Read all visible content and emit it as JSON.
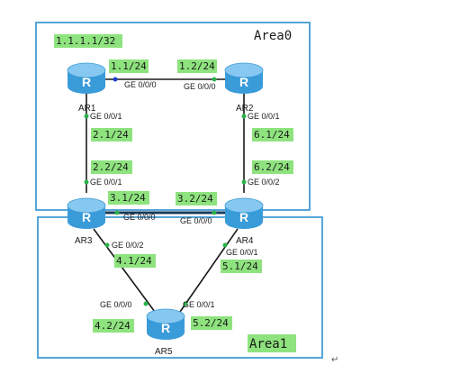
{
  "areas": [
    {
      "id": "area0",
      "label": "Area0"
    },
    {
      "id": "area1",
      "label": "Area1"
    }
  ],
  "routers": [
    {
      "id": "ar1",
      "name": "AR1",
      "letter": "R"
    },
    {
      "id": "ar2",
      "name": "AR2",
      "letter": "R"
    },
    {
      "id": "ar3",
      "name": "AR3",
      "letter": "R"
    },
    {
      "id": "ar4",
      "name": "AR4",
      "letter": "R"
    },
    {
      "id": "ar5",
      "name": "AR5",
      "letter": "R"
    }
  ],
  "ports": {
    "ar1_right": "GE 0/0/0",
    "ar1_down": "GE 0/0/1",
    "ar2_left": "GE 0/0/0",
    "ar2_down": "GE 0/0/1",
    "ar3_up": "GE 0/0/1",
    "ar3_right": "GE 0/0/0",
    "ar3_down": "GE 0/0/2",
    "ar4_up": "GE 0/0/2",
    "ar4_left": "GE 0/0/0",
    "ar4_down": "GE 0/0/1",
    "ar5_left": "GE 0/0/0",
    "ar5_right": "GE 0/0/1"
  },
  "addresses": {
    "loopback": "1.1.1.1/32",
    "ar1_ar2_a": "1.1/24",
    "ar1_ar2_b": "1.2/24",
    "ar1_ar3_a": "2.1/24",
    "ar1_ar3_b": "2.2/24",
    "ar2_ar4_a": "6.1/24",
    "ar2_ar4_b": "6.2/24",
    "ar3_ar4_a": "3.1/24",
    "ar3_ar4_b": "3.2/24",
    "ar3_ar5_a": "4.1/24",
    "ar3_ar5_b": "4.2/24",
    "ar4_ar5_a": "5.1/24",
    "ar4_ar5_b": "5.2/24"
  },
  "return_glyph": "↵",
  "colors": {
    "area_border": "#2d8fd0",
    "tag_fill": "#8ee37e",
    "router_body": "#3a9bd9",
    "router_top": "#86c8f0"
  }
}
